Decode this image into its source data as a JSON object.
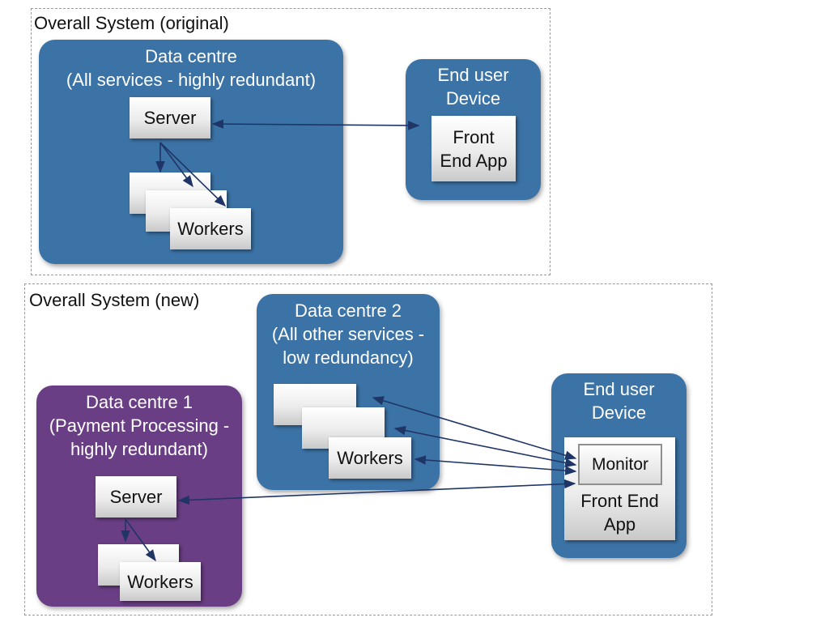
{
  "original": {
    "title": "Overall System (original)",
    "datacentre": {
      "line1": "Data centre",
      "line2": "(All services - highly redundant)",
      "server": "Server",
      "workers": "Workers"
    },
    "device": {
      "line1": "End user",
      "line2": "Device",
      "app_line1": "Front",
      "app_line2": "End App"
    }
  },
  "new": {
    "title": "Overall System (new)",
    "datacentre1": {
      "line1": "Data centre 1",
      "line2": "(Payment Processing -",
      "line3": "highly redundant)",
      "server": "Server",
      "workers": "Workers"
    },
    "datacentre2": {
      "line1": "Data centre 2",
      "line2": "(All other services -",
      "line3": "low redundancy)",
      "workers": "Workers"
    },
    "device": {
      "line1": "End user",
      "line2": "Device",
      "monitor": "Monitor",
      "app_line1": "Front End",
      "app_line2": "App"
    }
  },
  "colors": {
    "datacentre_blue": "#3c73a6",
    "datacentre_purple": "#6a3e84",
    "arrow": "#1f3566"
  }
}
